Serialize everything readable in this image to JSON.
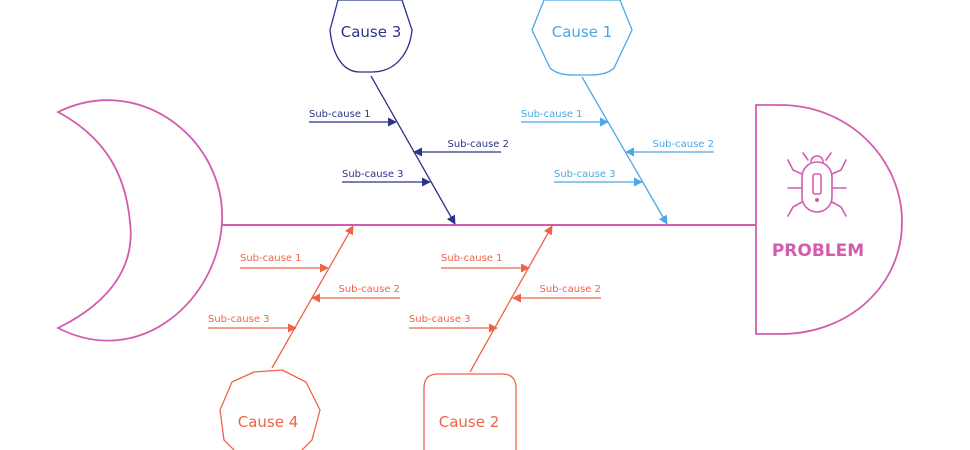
{
  "colors": {
    "spine": "#d45cae",
    "cause3": "#2b3488",
    "cause1": "#4aa8e4",
    "cause4": "#ee6447",
    "cause2": "#ee6447"
  },
  "problem": {
    "label": "PROBLEM",
    "icon": "bug-icon"
  },
  "causes": {
    "cause3": {
      "label": "Cause 3",
      "subs": [
        "Sub-cause 1",
        "Sub-cause 2",
        "Sub-cause 3"
      ]
    },
    "cause1": {
      "label": "Cause 1",
      "subs": [
        "Sub-cause 1",
        "Sub-cause 2",
        "Sub-cause 3"
      ]
    },
    "cause4": {
      "label": "Cause 4",
      "subs": [
        "Sub-cause 1",
        "Sub-cause 2",
        "Sub-cause 3"
      ]
    },
    "cause2": {
      "label": "Cause 2",
      "subs": [
        "Sub-cause 1",
        "Sub-cause 2",
        "Sub-cause 3"
      ]
    }
  }
}
